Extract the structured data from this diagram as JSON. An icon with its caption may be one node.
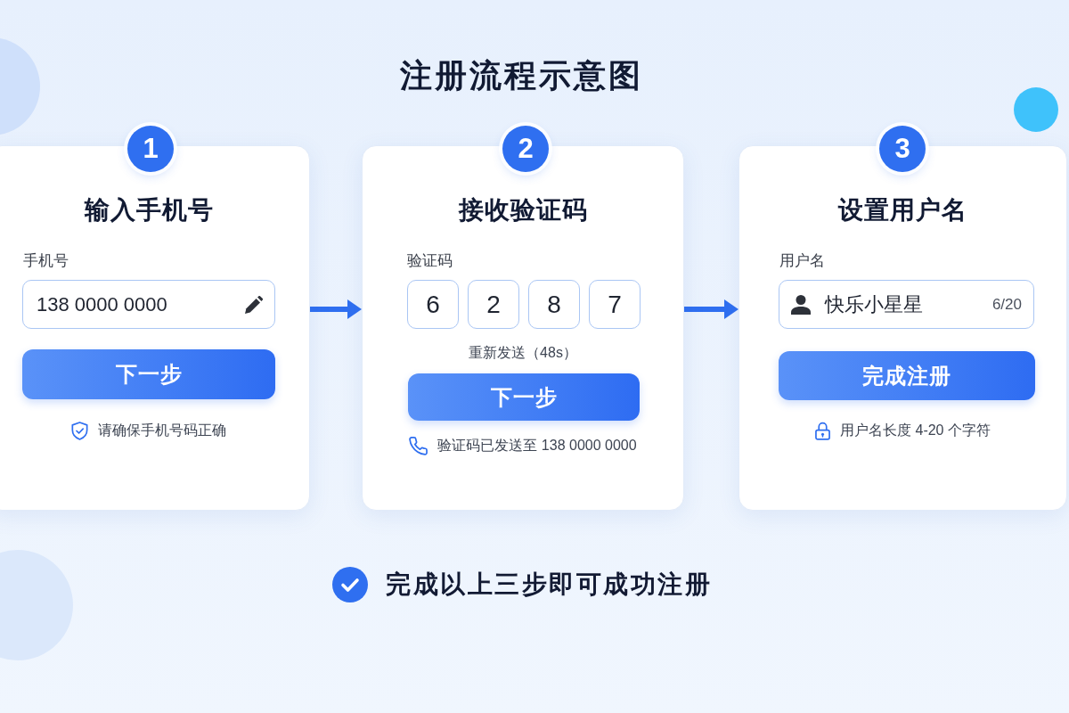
{
  "diagram": {
    "title": "注册流程示意图",
    "nodes": [
      {
        "text": [
          "1"
        ]
      },
      {
        "text": [
          "输入手机号",
          "手机号",
          "请确保手机号码正确"
        ]
      },
      {
        "text": [
          "138 0000 0000"
        ],
        "in": 1
      },
      {
        "text": [
          "下一步"
        ],
        "in": 1
      },
      {
        "text": [
          "2"
        ]
      },
      {
        "text": [
          "接收验证码",
          "验证码",
          "重新发送（48s）",
          "验证码已发送至 138 0000 0000"
        ]
      },
      {
        "text": [
          "6"
        ],
        "in": 5
      },
      {
        "text": [
          "2"
        ],
        "in": 5
      },
      {
        "text": [
          "8"
        ],
        "in": 5
      },
      {
        "text": [
          "7"
        ],
        "in": 5
      },
      {
        "text": [
          "下一步"
        ],
        "in": 5
      },
      {
        "text": [
          "3"
        ]
      },
      {
        "text": [
          "设置用户名",
          "用户名",
          "用户名长度 4-20 个字符"
        ]
      },
      {
        "text": [
          "快乐小星星",
          "6/20"
        ],
        "in": 12
      },
      {
        "text": [
          "完成注册"
        ],
        "in": 12
      }
    ],
    "edges": [
      {
        "from": 1,
        "to": 5,
        "arrow": "to"
      },
      {
        "from": 5,
        "to": 12,
        "arrow": "to"
      }
    ],
    "labels": [
      "完成以上三步即可成功注册"
    ]
  }
}
